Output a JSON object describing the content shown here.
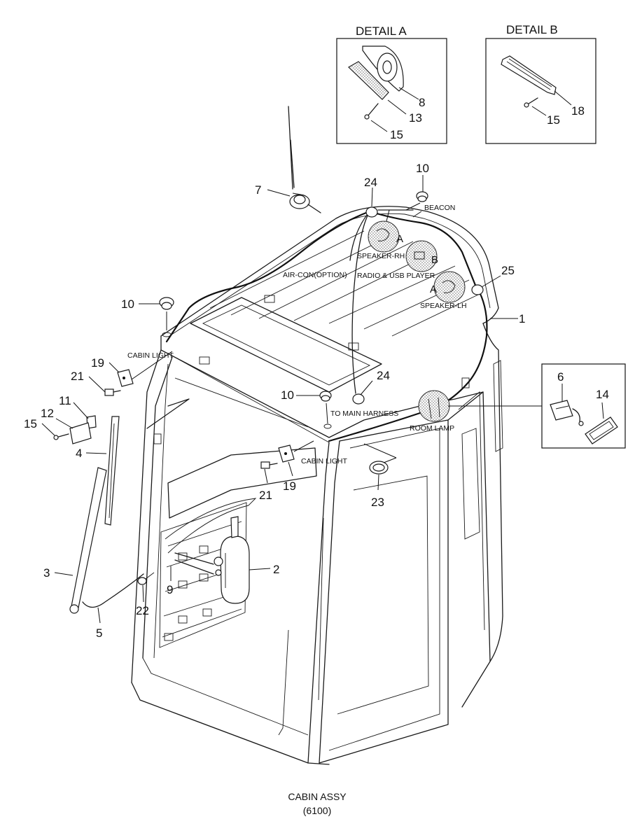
{
  "caption": {
    "title": "CABIN ASSY",
    "code": "(6100)"
  },
  "details": {
    "a": "DETAIL A",
    "b": "DETAIL B"
  },
  "labels": {
    "beacon": "BEACON",
    "speaker_rh": "SPEAKER-RH",
    "air_con": "AIR-CON(OPTION)",
    "radio": "RADIO & USB PLAYER",
    "speaker_lh": "SPEAKER-LH",
    "cabin_light_top": "CABIN LIGHT",
    "cabin_light_bottom": "CABIN LIGHT",
    "to_main_harness": "TO MAIN HARNESS",
    "room_lamp": "ROOM LAMP"
  },
  "refs": {
    "speaker_rh": "A",
    "radio": "B",
    "speaker_lh": "A"
  },
  "callouts": {
    "detail_a_8": "8",
    "detail_a_13": "13",
    "detail_a_15": "15",
    "detail_b_18": "18",
    "detail_b_15": "15",
    "c7": "7",
    "c24_top": "24",
    "c10_top": "10",
    "c25": "25",
    "c1": "1",
    "c10_left": "10",
    "c19_top": "19",
    "c21_top": "21",
    "c24_mid": "24",
    "c10_mid": "10",
    "c11": "11",
    "c12": "12",
    "c15": "15",
    "c4": "4",
    "c21_bottom": "21",
    "c19_bottom": "19",
    "c23": "23",
    "c6": "6",
    "c14": "14",
    "c2": "2",
    "c3": "3",
    "c9": "9",
    "c22": "22",
    "c5": "5"
  }
}
